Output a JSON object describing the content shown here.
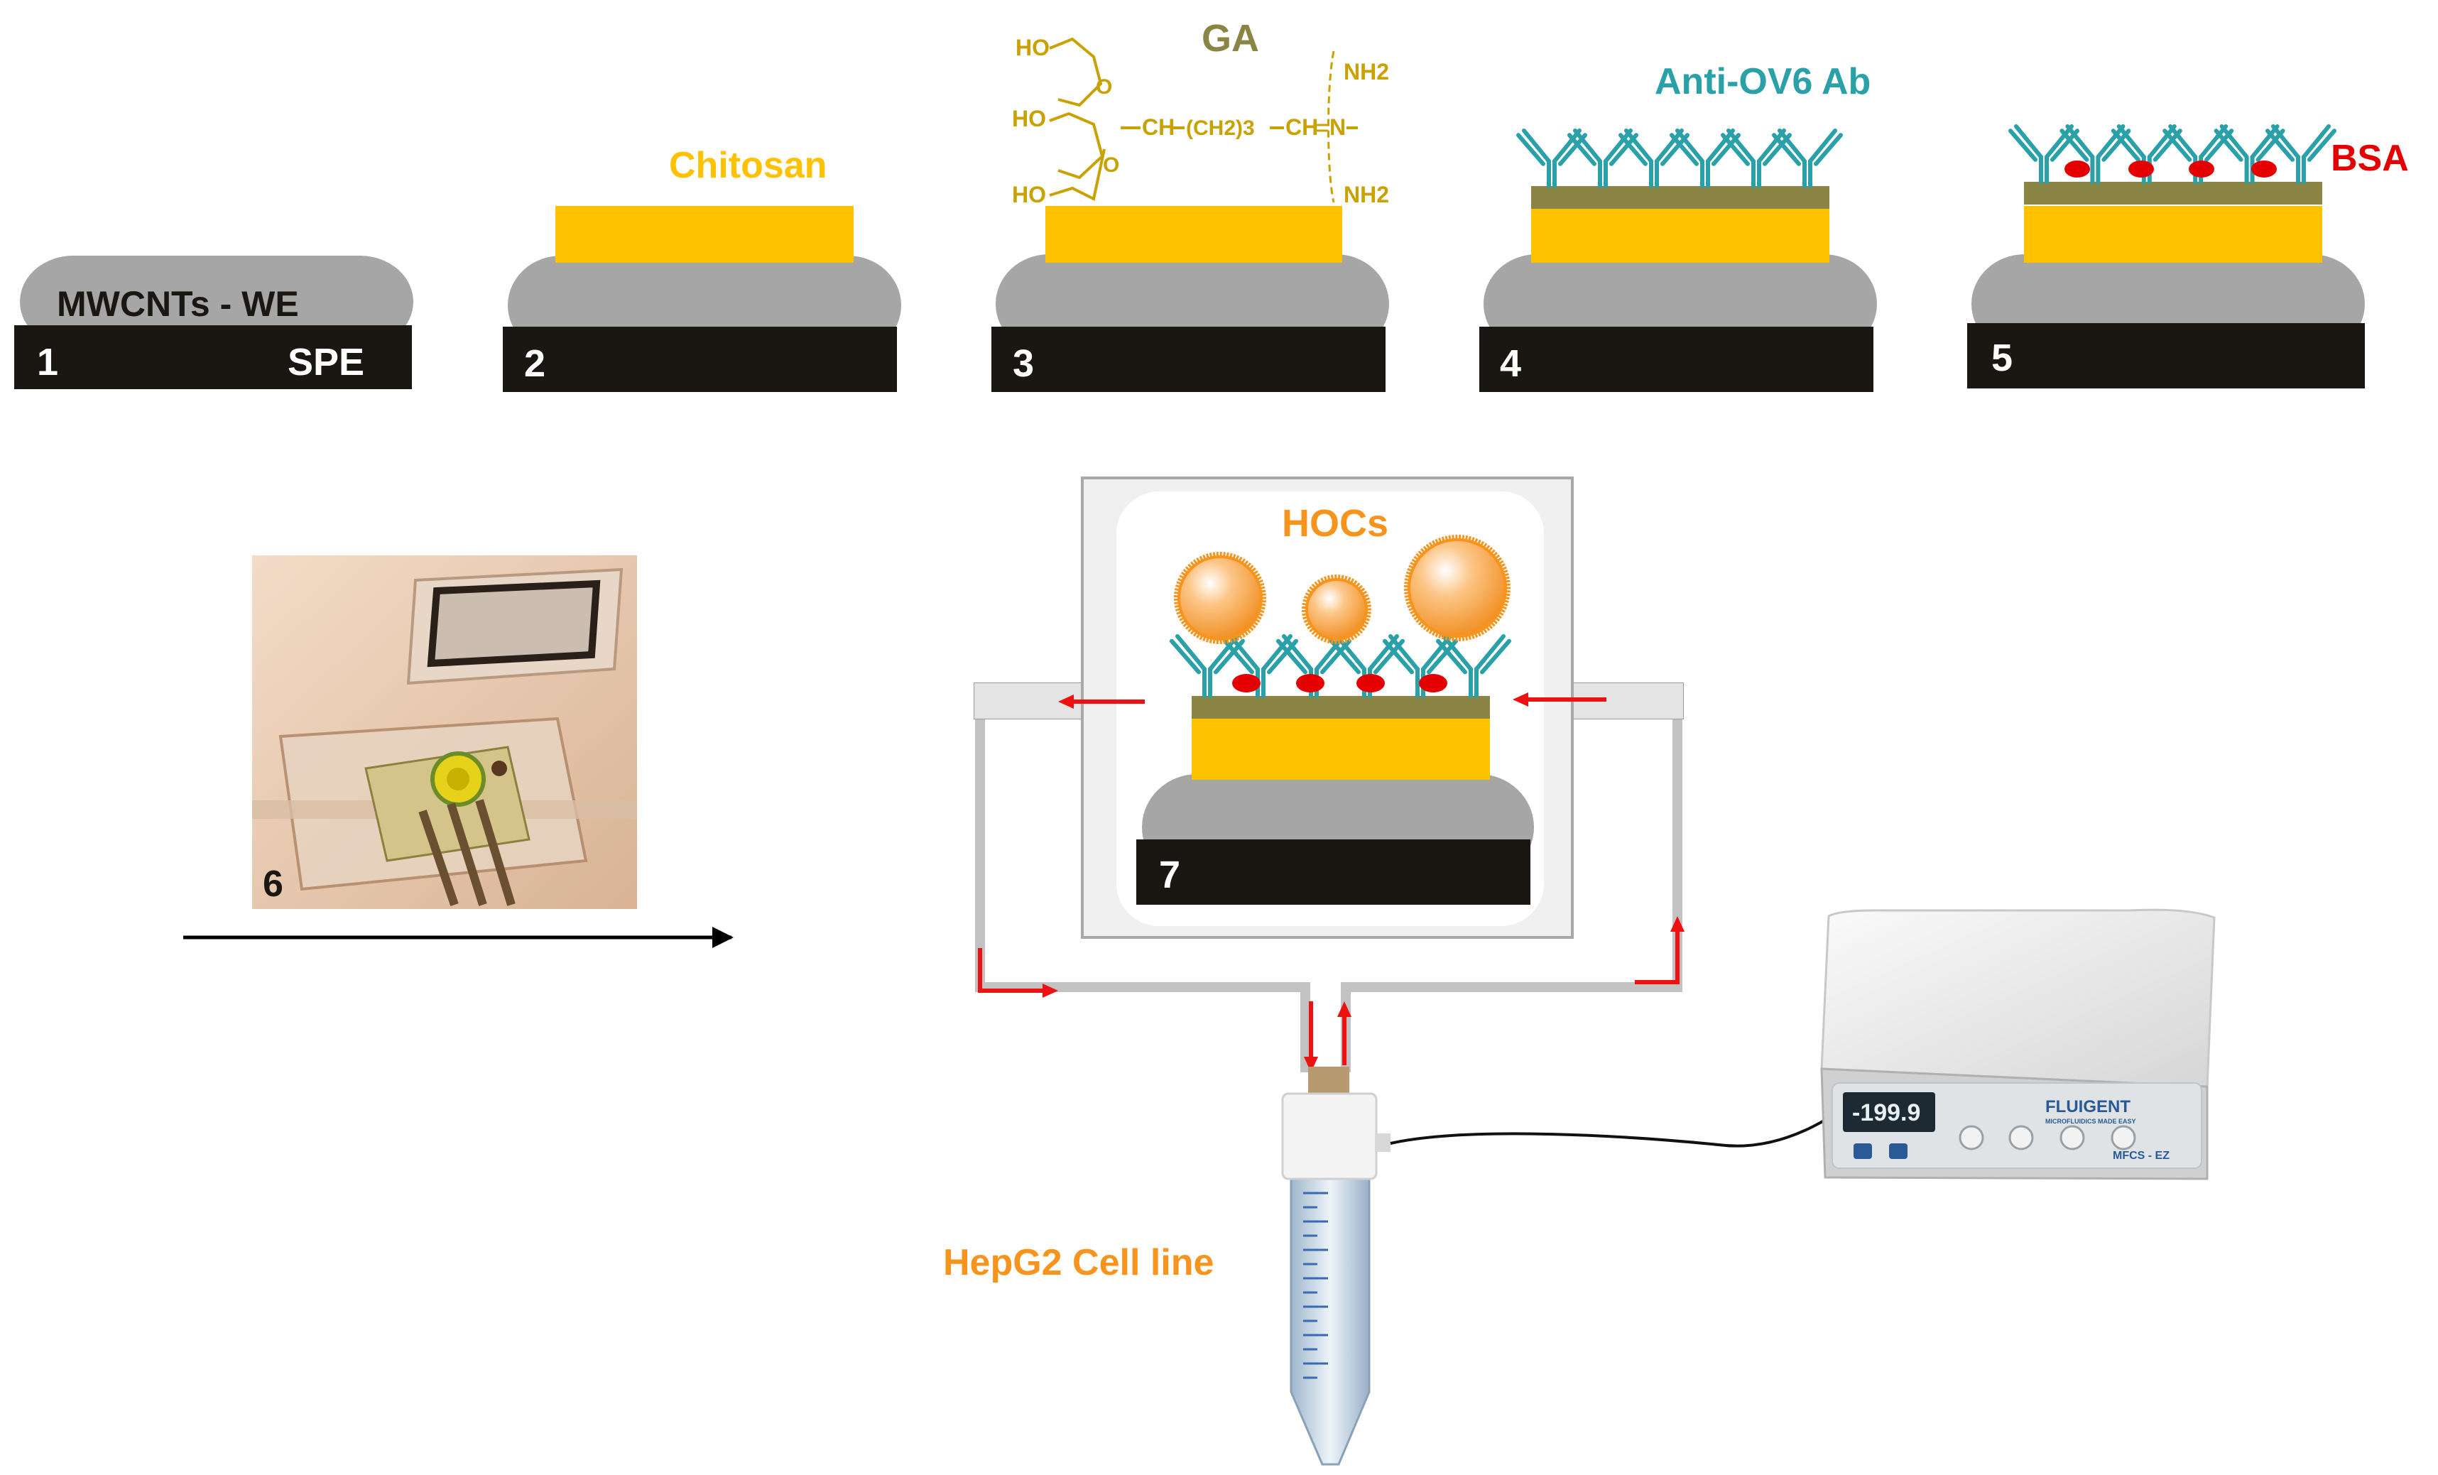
{
  "steps": {
    "s1": {
      "number": "1",
      "we_label": "MWCNTs - WE",
      "spe_label": "SPE"
    },
    "s2": {
      "number": "2",
      "layer_label": "Chitosan"
    },
    "s3": {
      "number": "3",
      "layer_label": "GA",
      "chem": {
        "ho": "HO",
        "ch": "CH",
        "chain": "(CH2)3",
        "ch2": "CH",
        "n": "N",
        "nh2": "NH2"
      }
    },
    "s4": {
      "number": "4",
      "layer_label": "Anti-OV6 Ab"
    },
    "s5": {
      "number": "5",
      "layer_label": "BSA"
    },
    "s6": {
      "number": "6"
    },
    "s7": {
      "number": "7",
      "cells_label": "HOCs"
    }
  },
  "setup": {
    "tube_label": "HepG2 Cell line",
    "controller": {
      "display": "-199.9",
      "brand": "FLUIGENT",
      "tagline": "MICROFLUIDICS MADE EASY",
      "model": "MFCS - EZ"
    }
  },
  "colors": {
    "electrode_gray": "#a6a6a6",
    "base_black": "#1a1612",
    "chitosan_yellow": "#fec200",
    "ga_olive": "#8b8545",
    "antibody_teal": "#2aa0a8",
    "bsa_red": "#e40000",
    "hocs_orange": "#f7941d",
    "flow_red": "#ee1111"
  }
}
